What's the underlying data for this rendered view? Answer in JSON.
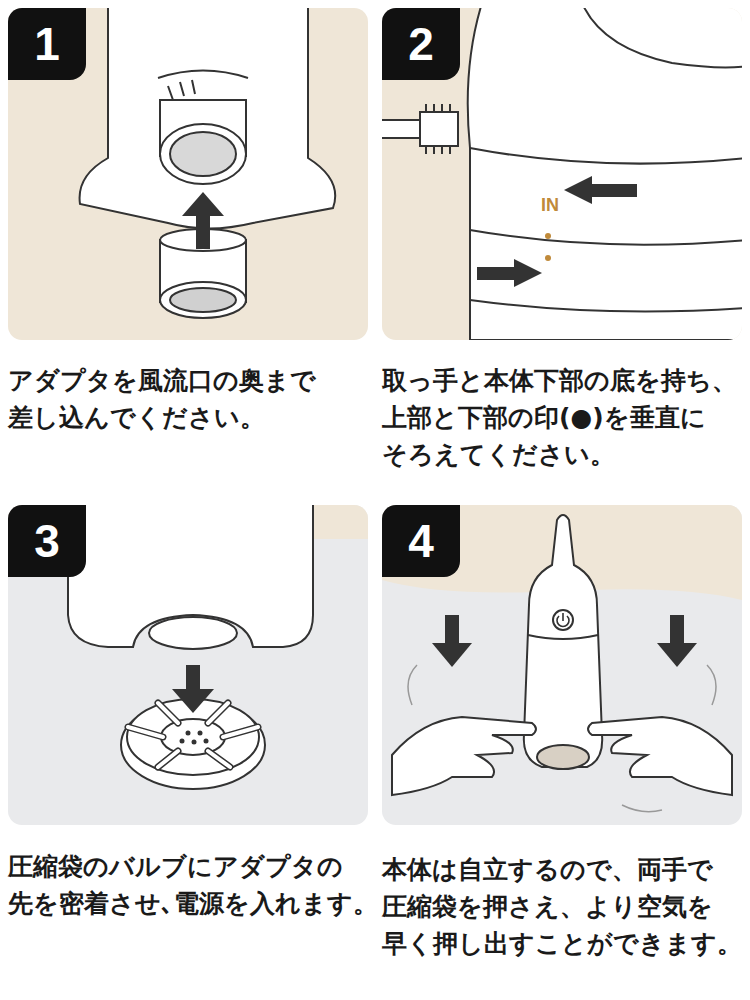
{
  "diagram": {
    "nodes": [
      {
        "text": [
          "1"
        ]
      },
      {
        "text": [
          "2"
        ]
      },
      {
        "text": [
          "3"
        ]
      },
      {
        "text": [
          "4"
        ]
      }
    ],
    "labels": [
      "IN",
      "アダプタを風流口の奥まで 差し込んでください。",
      "取っ手と本体下部の底を持ち、 上部と下部の印(●)を垂直に そろえてください。",
      "圧縮袋のバルブにアダプタの 先を密着させ､電源を入れます。",
      "本体は自立するので、両手で 圧縮袋を押さえ、より空気を 早く押し出すことができます。"
    ]
  }
}
